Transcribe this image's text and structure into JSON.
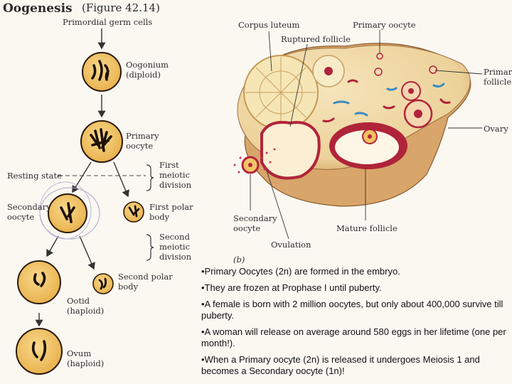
{
  "header": {
    "title": "Oogenesis",
    "figure": "(Figure 42.14)"
  },
  "left_panel": {
    "primordial": "Primordial germ cells",
    "oogonium": "Oogonium\n(diploid)",
    "primary_oocyte": "Primary\noocyte",
    "resting_state": "Resting state",
    "first_meiotic": "First\nmeiotic\ndivision",
    "secondary_oocyte": "Secondary\noocyte",
    "first_polar": "First polar\nbody",
    "second_meiotic": "Second\nmeiotic\ndivision",
    "second_polar": "Second polar\nbody",
    "ootid": "Ootid\n(haploid)",
    "ovum": "Ovum\n(haploid)"
  },
  "right_panel": {
    "corpus_luteum": "Corpus luteum",
    "ruptured_follicle": "Ruptured follicle",
    "primary_oocyte": "Primary oocyte",
    "primary_follicle": "Primary\nfollicle",
    "ovary": "Ovary",
    "secondary_oocyte": "Secondary\noocyte",
    "ovulation": "Ovulation",
    "mature_follicle": "Mature follicle",
    "panel_letter": "(b)"
  },
  "bullets": [
    "•Primary Oocytes (2n) are formed in the embryo.",
    "•They are frozen at Prophase I until puberty.",
    "•A female is born with 2 million oocytes, but only about 400,000 survive till puberty.",
    "•A woman will release on average around 580 eggs in her lifetime (one per month!).",
    "•When a Primary oocyte (2n) is released it undergoes Meiosis 1 and becomes a Secondary oocyte (1n)!"
  ],
  "colors": {
    "cell_fill": "#f2c467",
    "cell_edge": "#2a1a0a",
    "ovary_fill": "#f0d9a8",
    "follicle_red": "#b0243a"
  }
}
